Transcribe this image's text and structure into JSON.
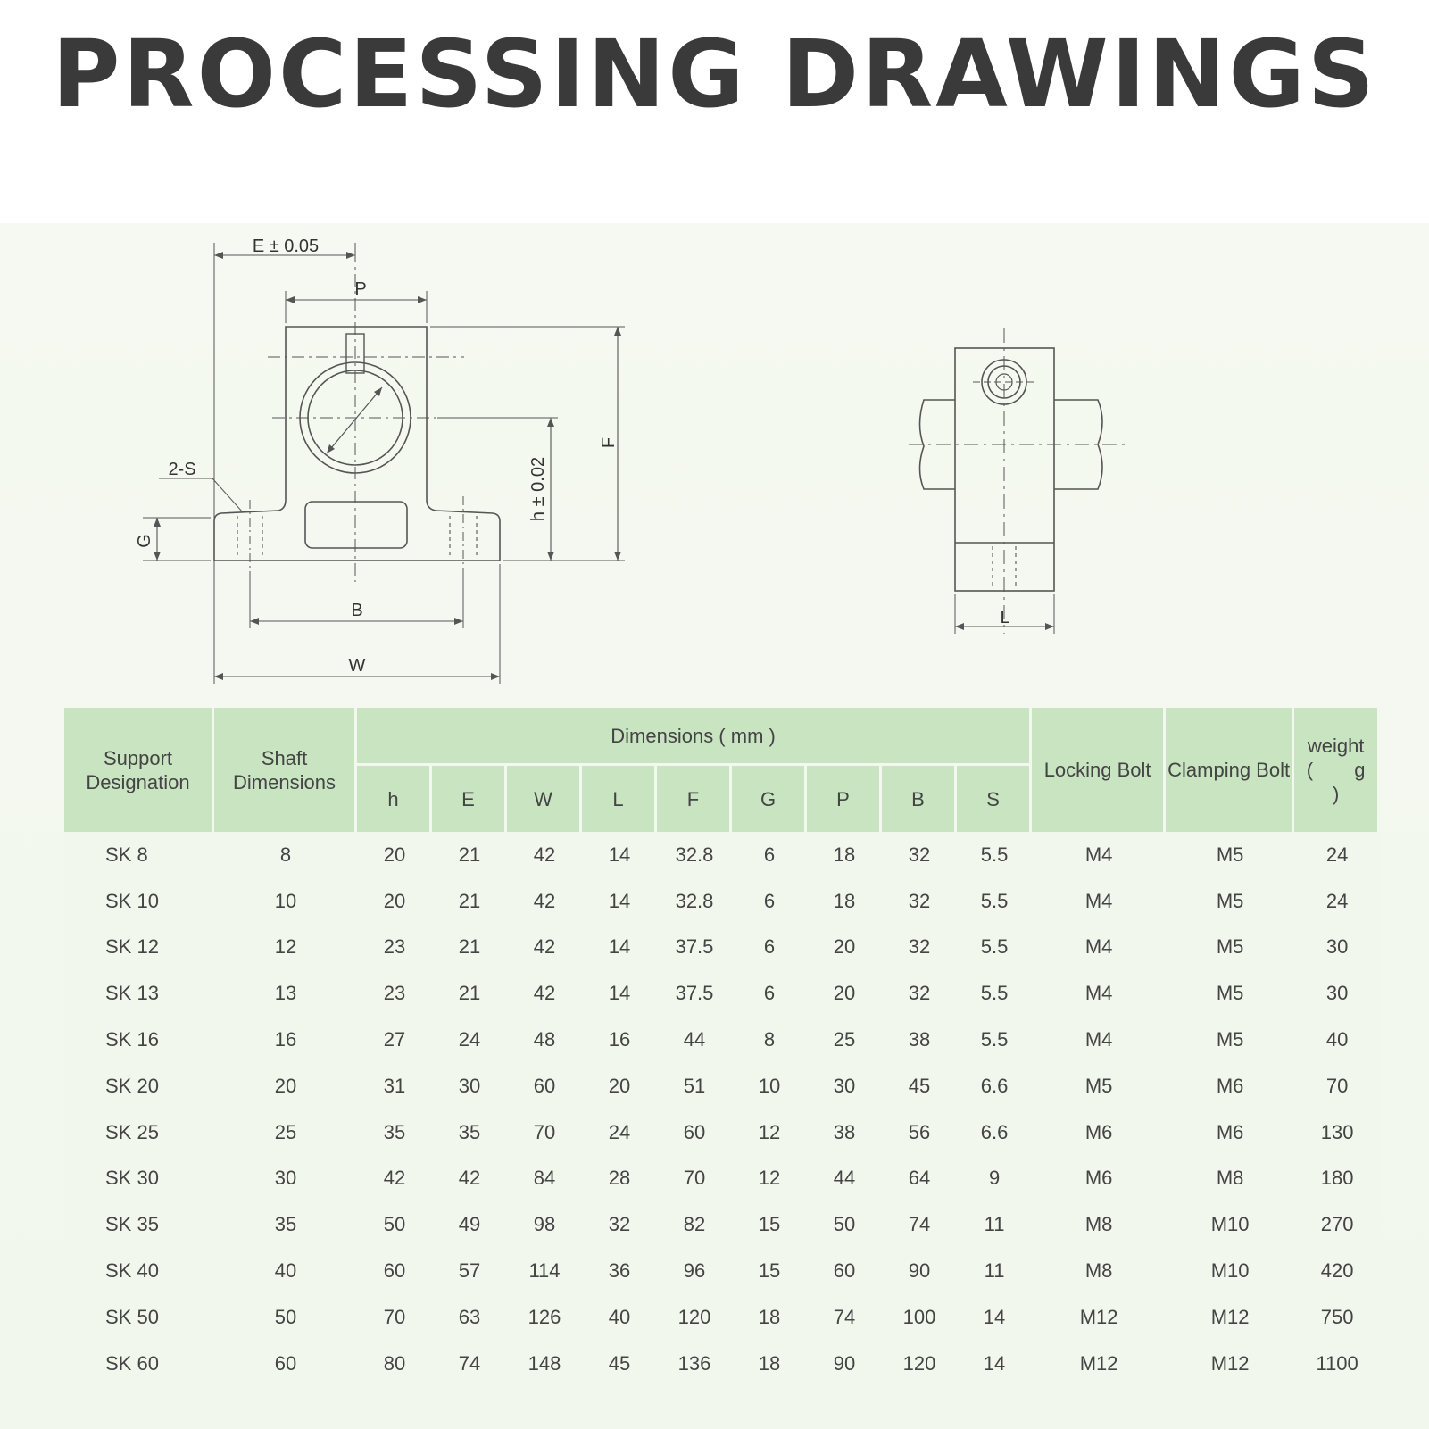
{
  "title": "PROCESSING DRAWINGS",
  "drawing_labels": {
    "e_tol": "E ± 0.05",
    "p": "P",
    "f": "F",
    "h_tol": "h ± 0.02",
    "two_s": "2-S",
    "g": "G",
    "b": "B",
    "w": "W",
    "l": "L"
  },
  "table": {
    "col_support": "Support Designation",
    "col_shaft": "Shaft Dimensions",
    "col_dimensions": "Dimensions ( mm )",
    "dim_cols": [
      "h",
      "E",
      "W",
      "L",
      "F",
      "G",
      "P",
      "B",
      "S"
    ],
    "col_locking": "Locking Bolt",
    "col_clamping": "Clamping Bolt",
    "col_weight": "weight ( g )",
    "rows": [
      [
        "SK 8",
        "8",
        "20",
        "21",
        "42",
        "14",
        "32.8",
        "6",
        "18",
        "32",
        "5.5",
        "M4",
        "M5",
        "24"
      ],
      [
        "SK 10",
        "10",
        "20",
        "21",
        "42",
        "14",
        "32.8",
        "6",
        "18",
        "32",
        "5.5",
        "M4",
        "M5",
        "24"
      ],
      [
        "SK 12",
        "12",
        "23",
        "21",
        "42",
        "14",
        "37.5",
        "6",
        "20",
        "32",
        "5.5",
        "M4",
        "M5",
        "30"
      ],
      [
        "SK 13",
        "13",
        "23",
        "21",
        "42",
        "14",
        "37.5",
        "6",
        "20",
        "32",
        "5.5",
        "M4",
        "M5",
        "30"
      ],
      [
        "SK 16",
        "16",
        "27",
        "24",
        "48",
        "16",
        "44",
        "8",
        "25",
        "38",
        "5.5",
        "M4",
        "M5",
        "40"
      ],
      [
        "SK 20",
        "20",
        "31",
        "30",
        "60",
        "20",
        "51",
        "10",
        "30",
        "45",
        "6.6",
        "M5",
        "M6",
        "70"
      ],
      [
        "SK 25",
        "25",
        "35",
        "35",
        "70",
        "24",
        "60",
        "12",
        "38",
        "56",
        "6.6",
        "M6",
        "M6",
        "130"
      ],
      [
        "SK 30",
        "30",
        "42",
        "42",
        "84",
        "28",
        "70",
        "12",
        "44",
        "64",
        "9",
        "M6",
        "M8",
        "180"
      ],
      [
        "SK 35",
        "35",
        "50",
        "49",
        "98",
        "32",
        "82",
        "15",
        "50",
        "74",
        "11",
        "M8",
        "M10",
        "270"
      ],
      [
        "SK 40",
        "40",
        "60",
        "57",
        "114",
        "36",
        "96",
        "15",
        "60",
        "90",
        "11",
        "M8",
        "M10",
        "420"
      ],
      [
        "SK 50",
        "50",
        "70",
        "63",
        "126",
        "40",
        "120",
        "18",
        "74",
        "100",
        "14",
        "M12",
        "M12",
        "750"
      ],
      [
        "SK 60",
        "60",
        "80",
        "74",
        "148",
        "45",
        "136",
        "18",
        "90",
        "120",
        "14",
        "M12",
        "M12",
        "1100"
      ]
    ]
  }
}
